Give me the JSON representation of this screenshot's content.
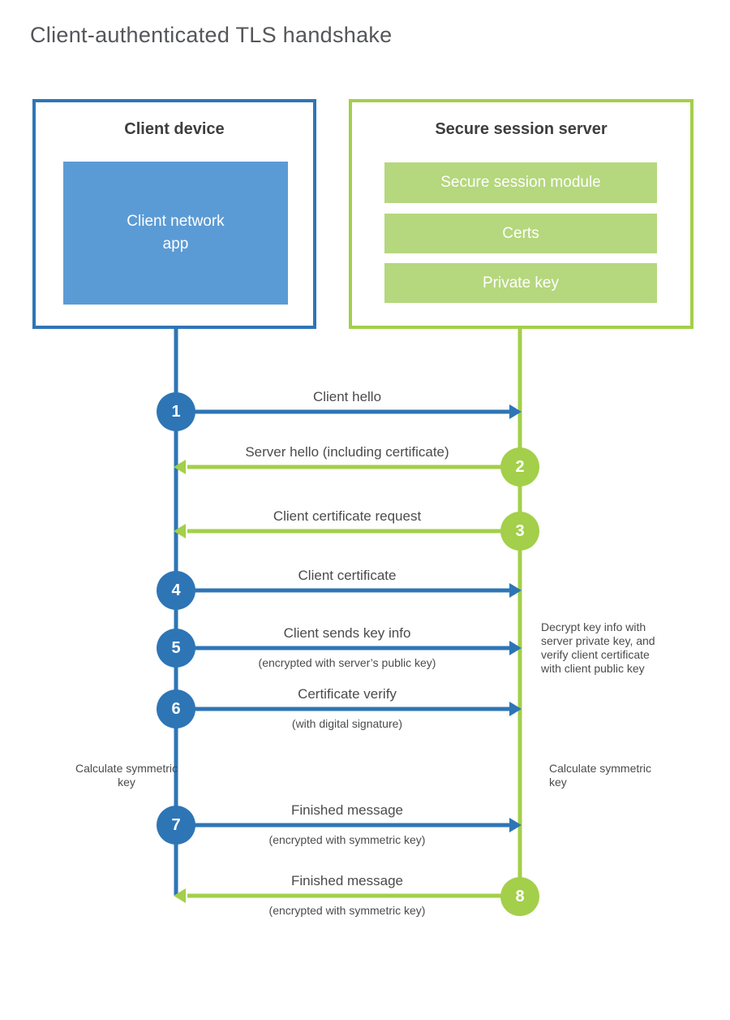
{
  "title": "Client-authenticated TLS handshake",
  "client": {
    "heading": "Client device",
    "app": "Client network app"
  },
  "server": {
    "heading": "Secure session server",
    "modules": [
      "Secure session module",
      "Certs",
      "Private key"
    ]
  },
  "steps": [
    {
      "num": "1",
      "from": "client",
      "label": "Client hello",
      "sub": ""
    },
    {
      "num": "2",
      "from": "server",
      "label": "Server hello (including certificate)",
      "sub": ""
    },
    {
      "num": "3",
      "from": "server",
      "label": "Client certificate request",
      "sub": ""
    },
    {
      "num": "4",
      "from": "client",
      "label": "Client certificate",
      "sub": ""
    },
    {
      "num": "5",
      "from": "client",
      "label": "Client sends key info",
      "sub": "(encrypted with server’s public key)"
    },
    {
      "num": "6",
      "from": "client",
      "label": "Certificate verify",
      "sub": "(with digital signature)"
    },
    {
      "num": "7",
      "from": "client",
      "label": "Finished message",
      "sub": "(encrypted with symmetric key)"
    },
    {
      "num": "8",
      "from": "server",
      "label": "Finished message",
      "sub": "(encrypted with symmetric key)"
    }
  ],
  "annotations": {
    "decrypt_note": "Decrypt key info with server private key, and verify client certificate with client public key",
    "calculate_left": "Calculate symmetric key",
    "calculate_right": "Calculate symmetric key"
  },
  "colors": {
    "blue": "#2e75b6",
    "blue_fill": "#5b9bd5",
    "green": "#a3cf4a",
    "green_fill": "#b5d77d"
  }
}
